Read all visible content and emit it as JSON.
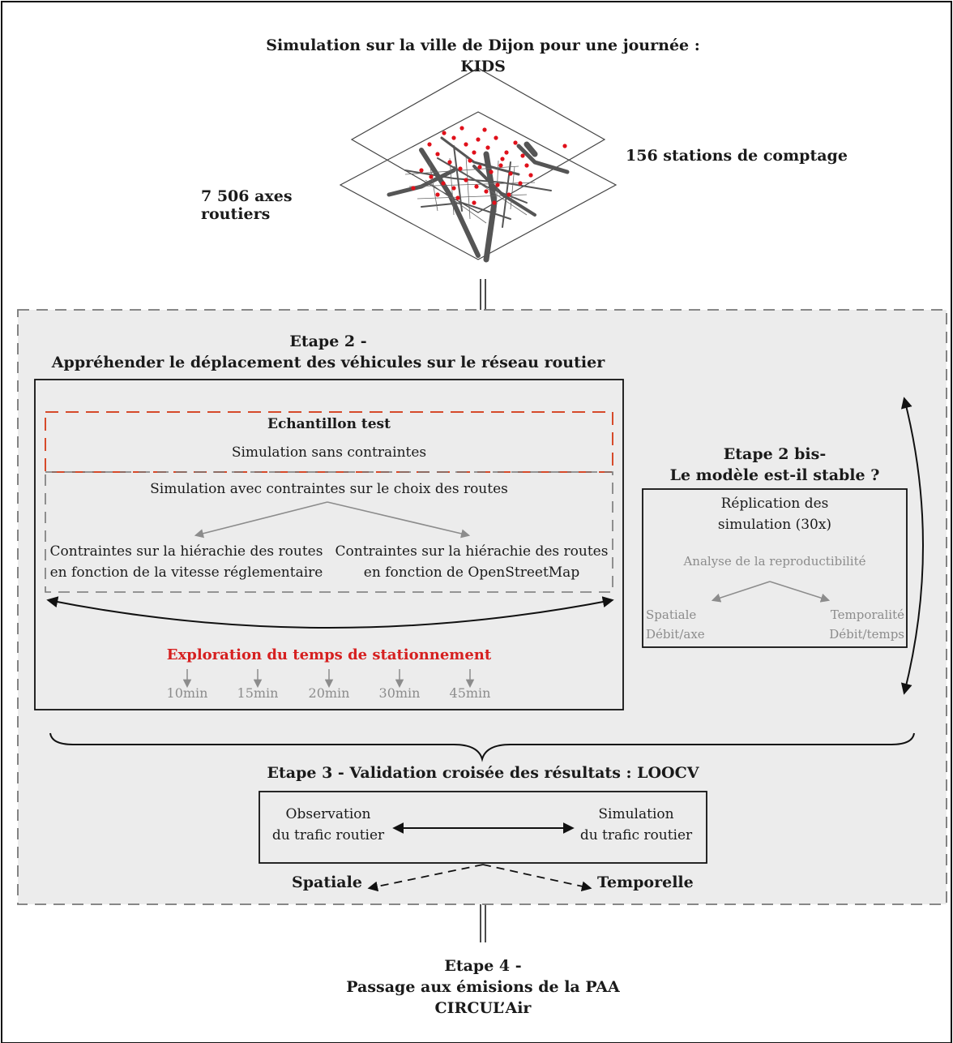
{
  "header": {
    "title_line1": "Simulation sur la ville de Dijon pour une journée :",
    "title_line2": "KIDS",
    "stations_label": "156 stations de comptage",
    "axes_label": "7 506 axes routiers"
  },
  "etape2": {
    "title_line1": "Etape 2 -",
    "title_line2": "Appréhender le déplacement des véhicules sur le réseau routier",
    "sample_title": "Echantillon test",
    "sim_no_constraints": "Simulation sans contraintes",
    "sim_with_constraints": "Simulation avec contraintes sur le choix des routes",
    "constraint_left_line1": "Contraintes sur la hiérachie des routes",
    "constraint_left_line2": "en fonction de la vitesse réglementaire",
    "constraint_right_line1": "Contraintes sur la hiérachie des routes",
    "constraint_right_line2": "en fonction de OpenStreetMap",
    "parking_title": "Exploration du temps de stationnement",
    "parking_times": [
      "10min",
      "15min",
      "20min",
      "30min",
      "45min"
    ]
  },
  "etape2bis": {
    "title_line1": "Etape 2 bis-",
    "title_line2": "Le modèle est-il stable ?",
    "replication_line1": "Réplication des",
    "replication_line2": "simulation (30x)",
    "analysis": "Analyse de la reproductibilité",
    "left_line1": "Spatiale",
    "left_line2": "Débit/axe",
    "right_line1": "Temporalité",
    "right_line2": "Débit/temps"
  },
  "etape3": {
    "title": "Etape 3 - Validation croisée des résultats : LOOCV",
    "obs_line1": "Observation",
    "obs_line2": "du trafic routier",
    "sim_line1": "Simulation",
    "sim_line2": "du trafic routier",
    "spatial": "Spatiale",
    "temporal": "Temporelle"
  },
  "etape4": {
    "title_line1": "Etape 4 -",
    "title_line2": "Passage aux émisions de la PAA",
    "title_line3": "CIRCUL’Air"
  },
  "colors": {
    "panel_bg": "#ececec",
    "dash_gray": "#777777",
    "red_dash": "#d64a2a",
    "red_text": "#d62020",
    "gray_text": "#8c8c8c",
    "road_gray": "#555555",
    "station_red": "#e0101a"
  }
}
